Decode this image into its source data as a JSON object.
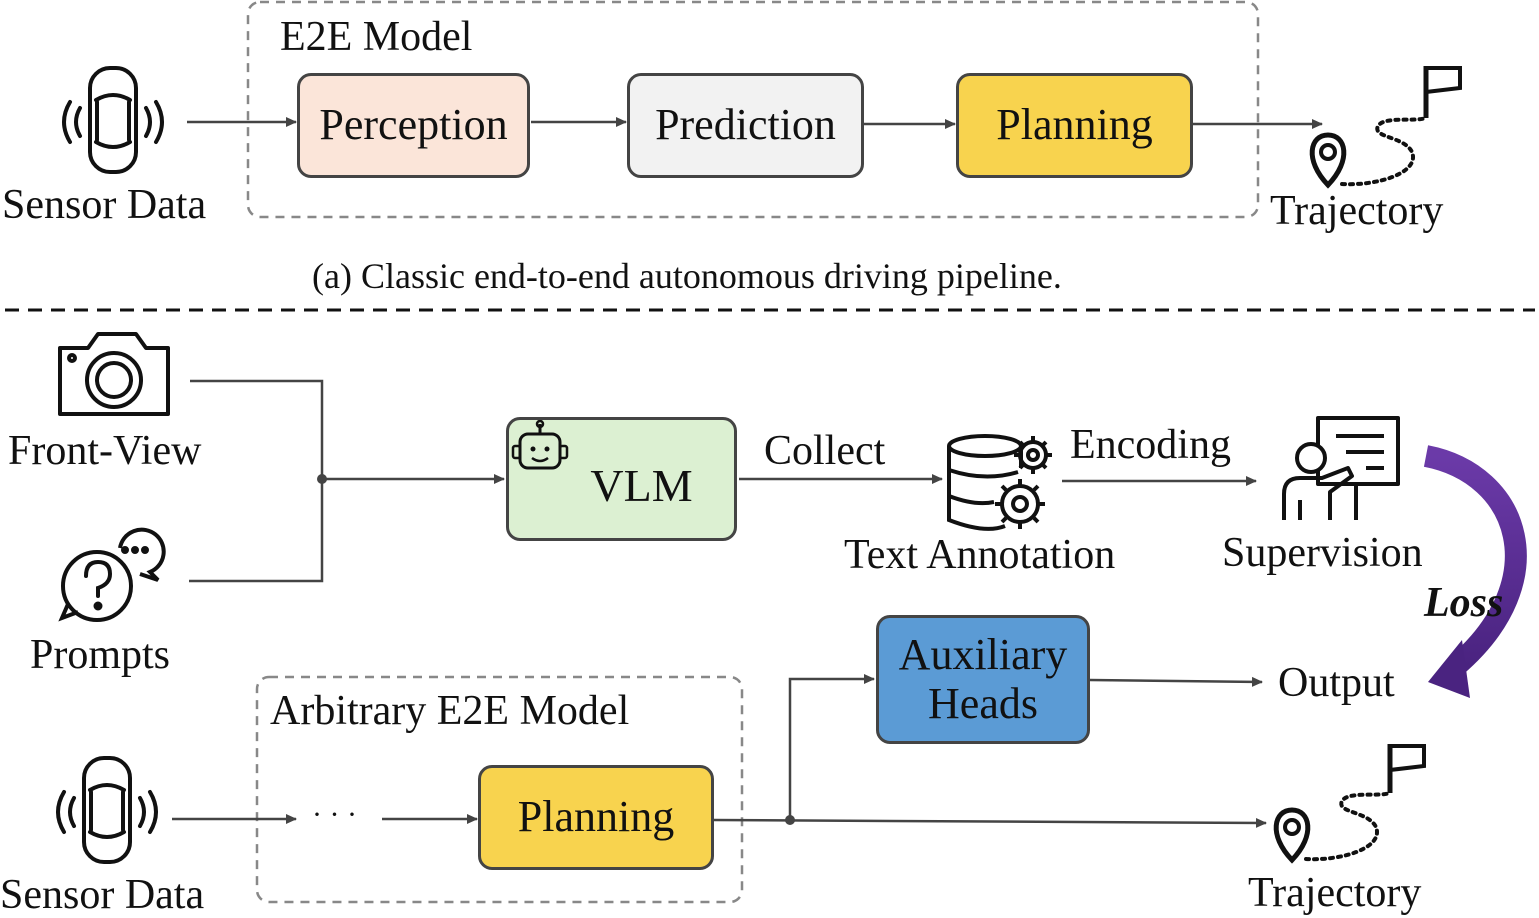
{
  "part_a": {
    "group_label": "E2E Model",
    "input_label": "Sensor Data",
    "blocks": [
      "Perception",
      "Prediction",
      "Planning"
    ],
    "output_label": "Trajectory",
    "caption": "(a) Classic end-to-end autonomous driving pipeline."
  },
  "part_b": {
    "camera_label": "Front-View",
    "prompts_label": "Prompts",
    "vlm_label": "VLM",
    "collect_label": "Collect",
    "annotation_label": "Text Annotation",
    "encoding_label": "Encoding",
    "supervision_label": "Supervision",
    "loss_label": "Loss",
    "group_label": "Arbitrary E2E Model",
    "ellipsis": "· · ·",
    "planning_label": "Planning",
    "aux_line1": "Auxiliary",
    "aux_line2": "Heads",
    "output_label": "Output",
    "input_label": "Sensor Data",
    "trajectory_label": "Trajectory"
  },
  "colors": {
    "perception": "#fbe5d9",
    "prediction": "#f2f2f2",
    "planning": "#f8d34e",
    "vlm": "#dcf0d2",
    "aux": "#5b9bd5",
    "loss_arrow": "#5a2d91"
  }
}
